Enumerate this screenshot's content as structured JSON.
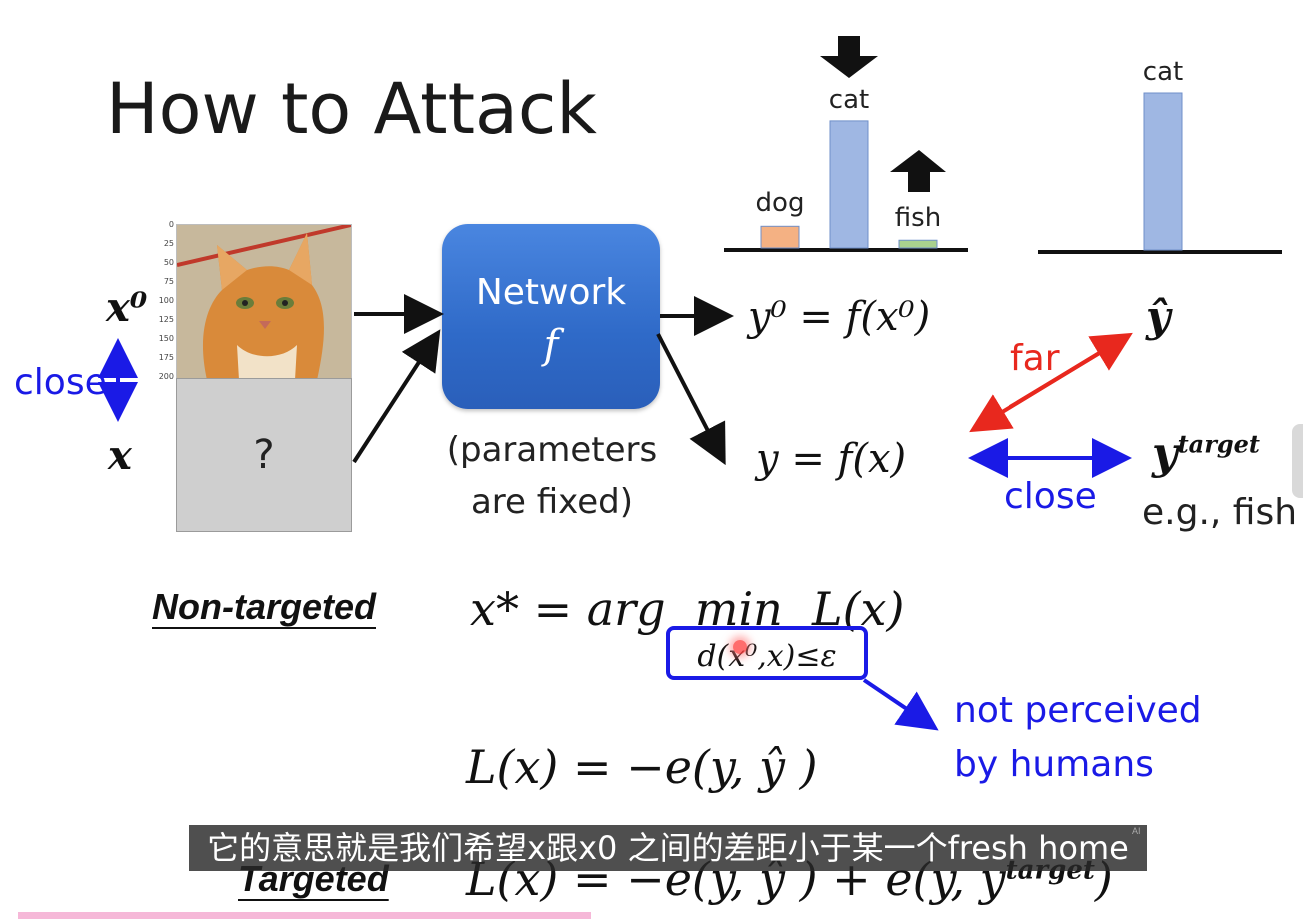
{
  "slide": {
    "title": "How to Attack",
    "x0_label": "x⁰",
    "x_label": "x",
    "close_left": "close",
    "question_mark": "?",
    "network_line1": "Network",
    "network_line2": "f",
    "params_line1": "(parameters",
    "params_line2": "are fixed)",
    "y0_eq": "y⁰ = f(x⁰)",
    "y_eq": "y = f(x)",
    "yhat": "ŷ",
    "far": "far",
    "close_right": "close",
    "ytarget": "y",
    "ytarget_sup": "target",
    "eg_fish": "e.g., fish",
    "nontargeted": "Non-targeted",
    "nontargeted_eq": "x* = arg  min  L(x)",
    "constraint": "d(x⁰,x)≤ε",
    "not_perceived_1": "not perceived",
    "not_perceived_2": "by humans",
    "loss_eq": "L(x) = −e(y, ŷ )",
    "targeted": "Targeted",
    "targeted_eq": "L(x) = −e(y, ŷ ) + e(y, y",
    "targeted_sup": "target",
    "targeted_close": ")",
    "cat_tick_labels": [
      "0",
      "25",
      "50",
      "75",
      "100",
      "125",
      "150",
      "175",
      "200"
    ]
  },
  "chart_data": [
    {
      "type": "bar",
      "categories": [
        "dog",
        "cat",
        "fish"
      ],
      "values": [
        0.14,
        0.82,
        0.05
      ],
      "colors": [
        "#f4b183",
        "#9fb7e3",
        "#a9d18e"
      ],
      "annotations": [
        "cat: down arrow",
        "fish: up arrow"
      ]
    },
    {
      "type": "bar",
      "categories": [
        "cat"
      ],
      "values": [
        1.0
      ],
      "colors": [
        "#9fb7e3"
      ]
    }
  ],
  "subtitle": {
    "text": "它的意思就是我们希望x跟x0 之间的差距小于某一个fresh home",
    "tag": "AI"
  },
  "colors": {
    "accent_blue": "#1a1ae6",
    "far_red": "#e8281e",
    "network_blue": "#2f6ac8"
  }
}
